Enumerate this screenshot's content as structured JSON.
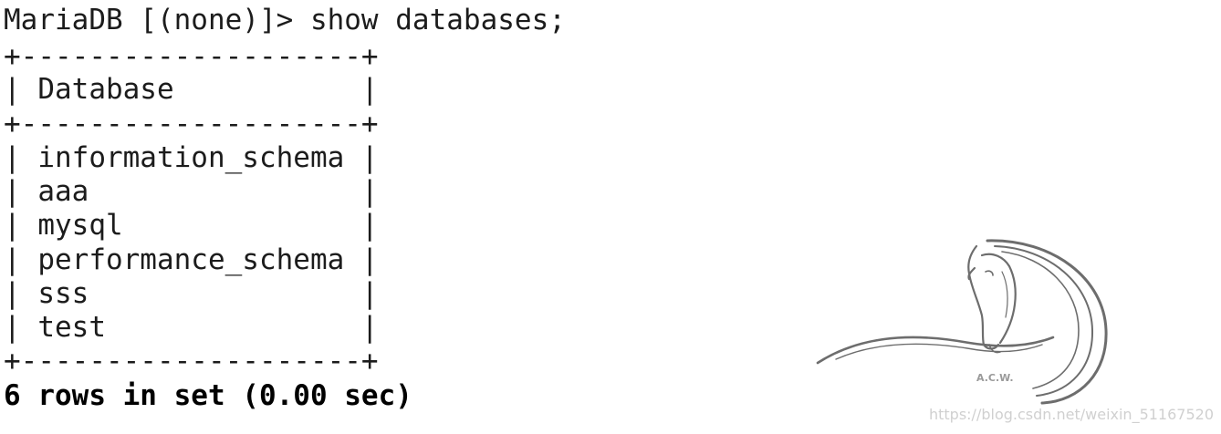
{
  "terminal": {
    "prompt_line": "MariaDB [(none)]> show databases;",
    "border_top": "+--------------------+",
    "header_row": "| Database           |",
    "border_mid": "+--------------------+",
    "rows": [
      "| information_schema |",
      "| aaa                |",
      "| mysql              |",
      "| performance_schema |",
      "| sss                |",
      "| test               |"
    ],
    "border_bottom": "+--------------------+",
    "result_summary": "6 rows in set (0.00 sec)"
  },
  "logo": {
    "icon": "horse-head-logo-icon",
    "initials": "A.C.W."
  },
  "watermark": {
    "text": "https://blog.csdn.net/weixin_51167520"
  }
}
